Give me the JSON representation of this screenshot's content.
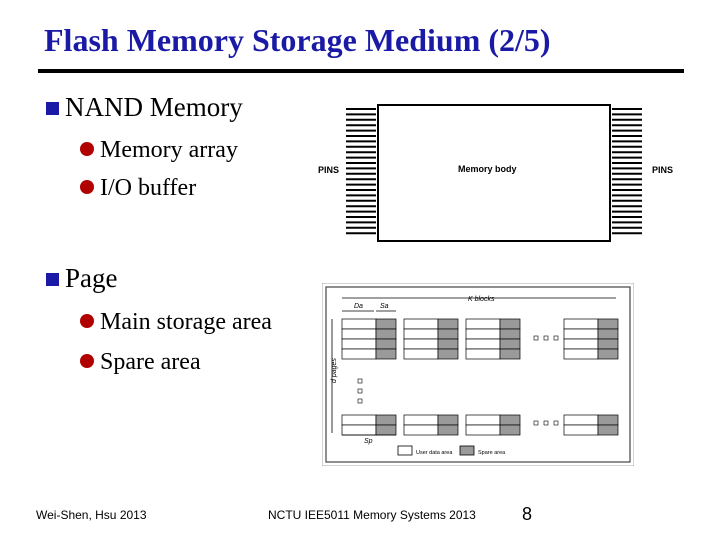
{
  "slide": {
    "title": "Flash Memory Storage Medium (2/5)",
    "bullets": [
      {
        "text": "NAND Memory",
        "sub": [
          "Memory array",
          "I/O buffer"
        ]
      },
      {
        "text": "Page",
        "sub": [
          "Main storage area",
          "Spare area"
        ]
      }
    ]
  },
  "figure_chip": {
    "center_label": "Memory body",
    "left_label": "PINS",
    "right_label": "PINS"
  },
  "figure_blocks": {
    "top_label": "K blocks",
    "main_label": "Da",
    "spare_label": "Sa",
    "side_label": "d pages",
    "bottom_spare_label": "Sp",
    "legend_user": "User data area",
    "legend_spare": "Spare area"
  },
  "footer": {
    "author": "Wei-Shen, Hsu  2013",
    "course": "NCTU IEE5011 Memory Systems 2013",
    "page_number": "8"
  },
  "colors": {
    "title": "#1a1aa6",
    "bullet_square": "#1a1aa6",
    "bullet_dot": "#b00000",
    "spare_fill": "#9a9a9a"
  }
}
